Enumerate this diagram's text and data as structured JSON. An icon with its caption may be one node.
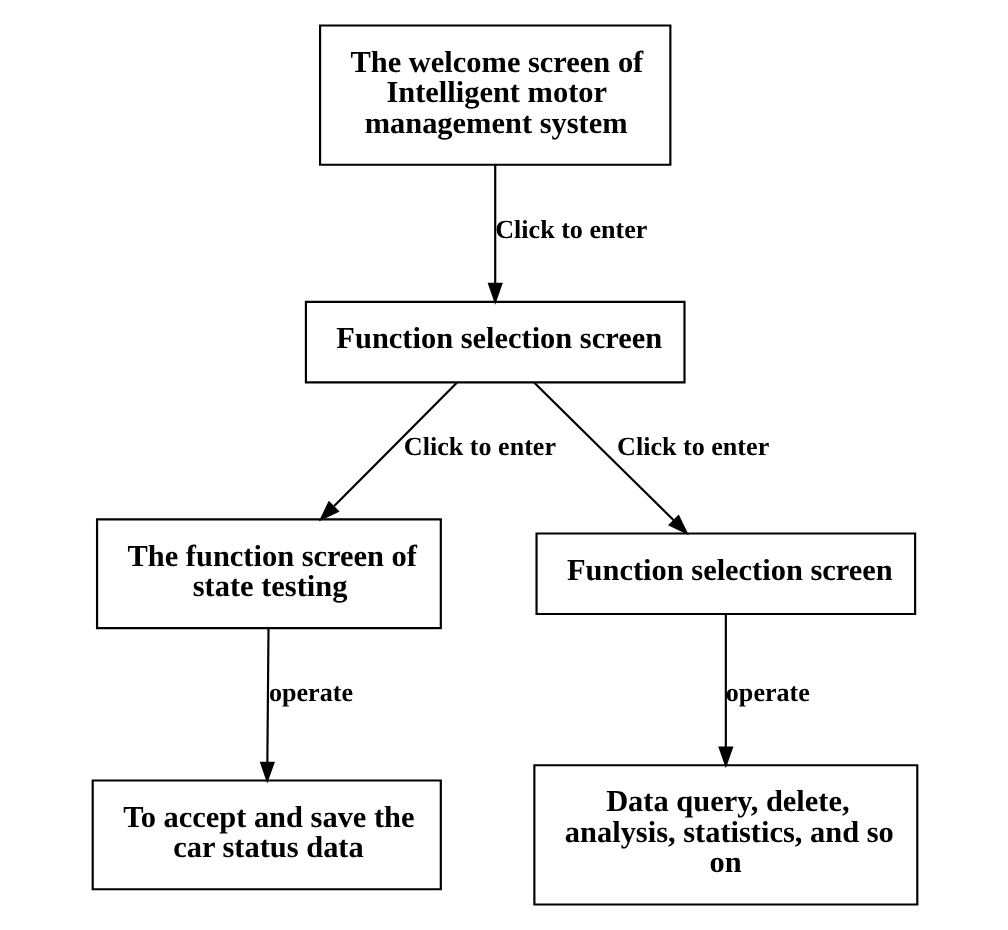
{
  "diagram": {
    "nodes": [
      {
        "text": [
          "The welcome screen of Intelligent motor management system"
        ]
      },
      {
        "text": [
          "Function selection screen"
        ]
      },
      {
        "text": [
          "The function screen of state testing"
        ]
      },
      {
        "text": [
          "Function selection screen"
        ]
      },
      {
        "text": [
          "To accept and save the car status data"
        ]
      },
      {
        "text": [
          "Data query, delete, analysis, statistics, and so on"
        ]
      }
    ],
    "edges": [
      {
        "from": 0,
        "to": 1,
        "arrow": "to",
        "label": "Click to enter"
      },
      {
        "from": 1,
        "to": 2,
        "arrow": "to",
        "label": "Click to enter"
      },
      {
        "from": 1,
        "to": 3,
        "arrow": "to",
        "label": "Click to enter"
      },
      {
        "from": 2,
        "to": 4,
        "arrow": "to",
        "label": "operate"
      },
      {
        "from": 3,
        "to": 5,
        "arrow": "to",
        "label": "operate"
      }
    ]
  }
}
